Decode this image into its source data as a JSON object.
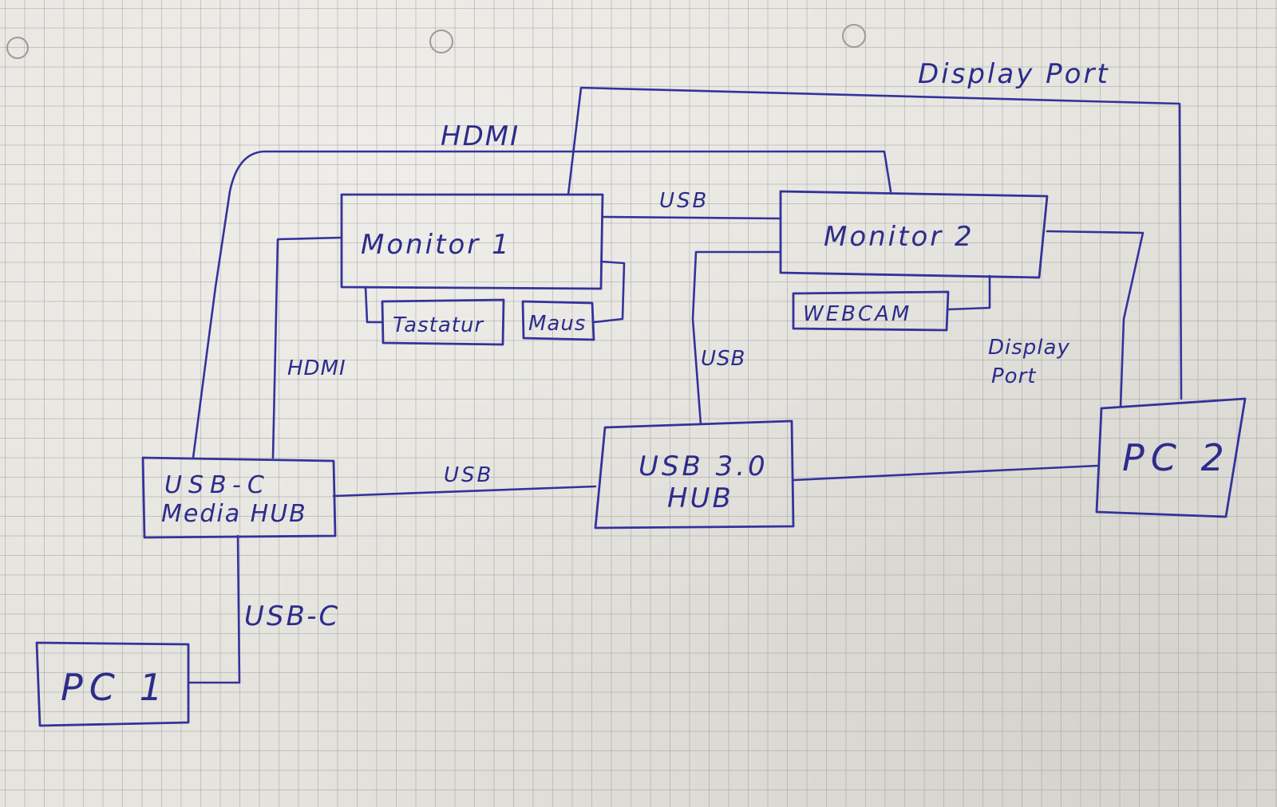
{
  "devices": {
    "monitor1": "Monitor 1",
    "monitor2": "Monitor 2",
    "keyboard": "Tastatur",
    "mouse": "Maus",
    "webcam": "WEBCAM",
    "usb_c_hub_line1": "USB-C",
    "usb_c_hub_line2": "Media HUB",
    "usb3_hub_line1": "USB 3.0",
    "usb3_hub_line2": "HUB",
    "pc1": "PC 1",
    "pc2": "PC 2"
  },
  "connections": {
    "displayport_top": "Display Port",
    "hdmi_top": "HDMI",
    "usb_monitors": "USB",
    "hdmi_left": "HDMI",
    "usb_vertical": "USB",
    "displayport_right_line1": "Display",
    "displayport_right_line2": "Port",
    "usb_hubs": "USB",
    "usb_c": "USB-C"
  }
}
